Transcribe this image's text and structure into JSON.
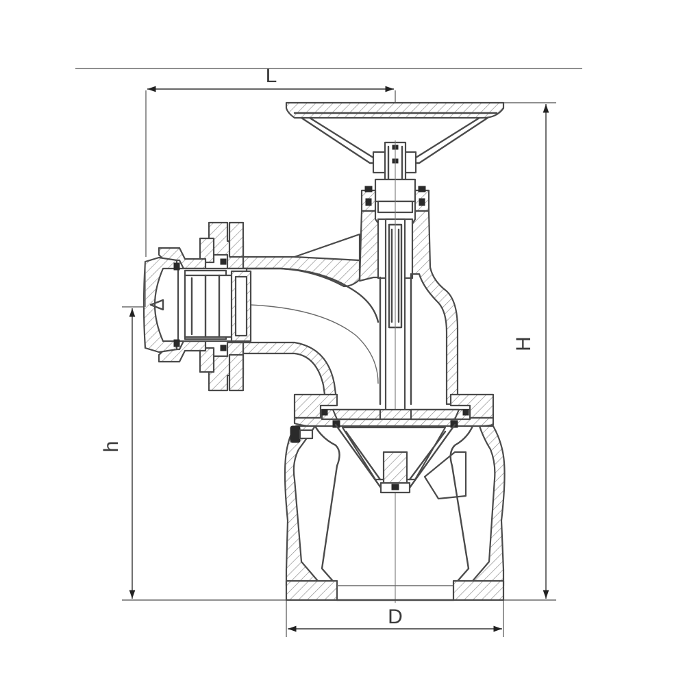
{
  "dimensions": {
    "L": "L",
    "H": "H",
    "h": "h",
    "D": "D"
  },
  "colors": {
    "line": "#4a4a4a",
    "background": "#ffffff"
  }
}
